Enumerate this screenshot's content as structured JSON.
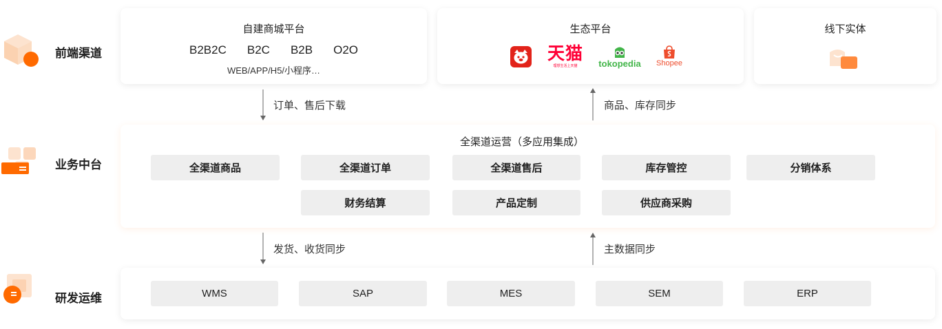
{
  "layers": {
    "front": "前端渠道",
    "middle": "业务中台",
    "rd": "研发运维"
  },
  "front_cards": {
    "self": {
      "title": "自建商城平台",
      "channels": [
        "B2B2C",
        "B2C",
        "B2B",
        "O2O"
      ],
      "sub": "WEB/APP/H5/小程序…"
    },
    "eco": {
      "title": "生态平台",
      "logos": {
        "tmall": "天猫",
        "tmall_sub": "理想生活上天猫",
        "tokopedia": "tokopedia",
        "shopee": "Shopee"
      }
    },
    "offline": {
      "title": "线下实体"
    }
  },
  "arrows": {
    "down1": "订单、售后下载",
    "up1": "商品、库存同步",
    "down2": "发货、收货同步",
    "up2": "主数据同步"
  },
  "middle": {
    "title": "全渠道运营（多应用集成）",
    "row1": [
      "全渠道商品",
      "全渠道订单",
      "全渠道售后",
      "库存管控",
      "分销体系"
    ],
    "row2": [
      "财务结算",
      "产品定制",
      "供应商采购"
    ]
  },
  "rd": {
    "items": [
      "WMS",
      "SAP",
      "MES",
      "SEM",
      "ERP"
    ]
  },
  "colors": {
    "accent": "#ff6a00",
    "chip_bg": "#eeeeee",
    "jd_red": "#e2231a",
    "tmall_red": "#ff0036",
    "tokopedia_green": "#42b549",
    "shopee_orange": "#ee4d2d"
  }
}
